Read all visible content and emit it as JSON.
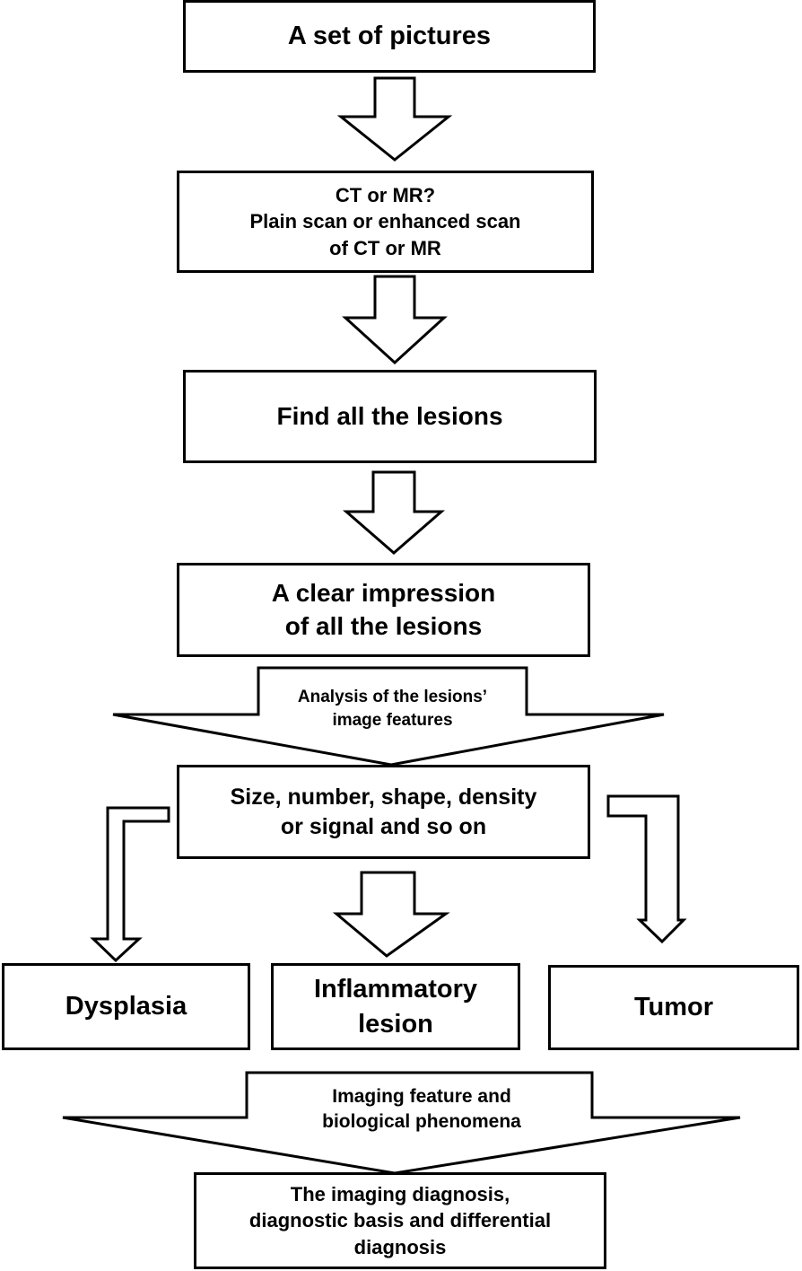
{
  "nodes": {
    "pictures": "A set of pictures",
    "modality": "CT or MR?\nPlain scan or enhanced scan\nof CT or MR",
    "find": "Find all the lesions",
    "impression": "A clear impression\nof all the lesions",
    "features": "Size, number, shape, density\nor signal and so on",
    "dysplasia": "Dysplasia",
    "inflammatory": "Inflammatory\nlesion",
    "tumor": "Tumor",
    "diagnosis": "The imaging diagnosis,\ndiagnostic basis and differential\ndiagnosis"
  },
  "flows": {
    "analysis": "Analysis of the lesions’\nimage features",
    "imaging": "Imaging feature and\nbiological phenomena"
  }
}
